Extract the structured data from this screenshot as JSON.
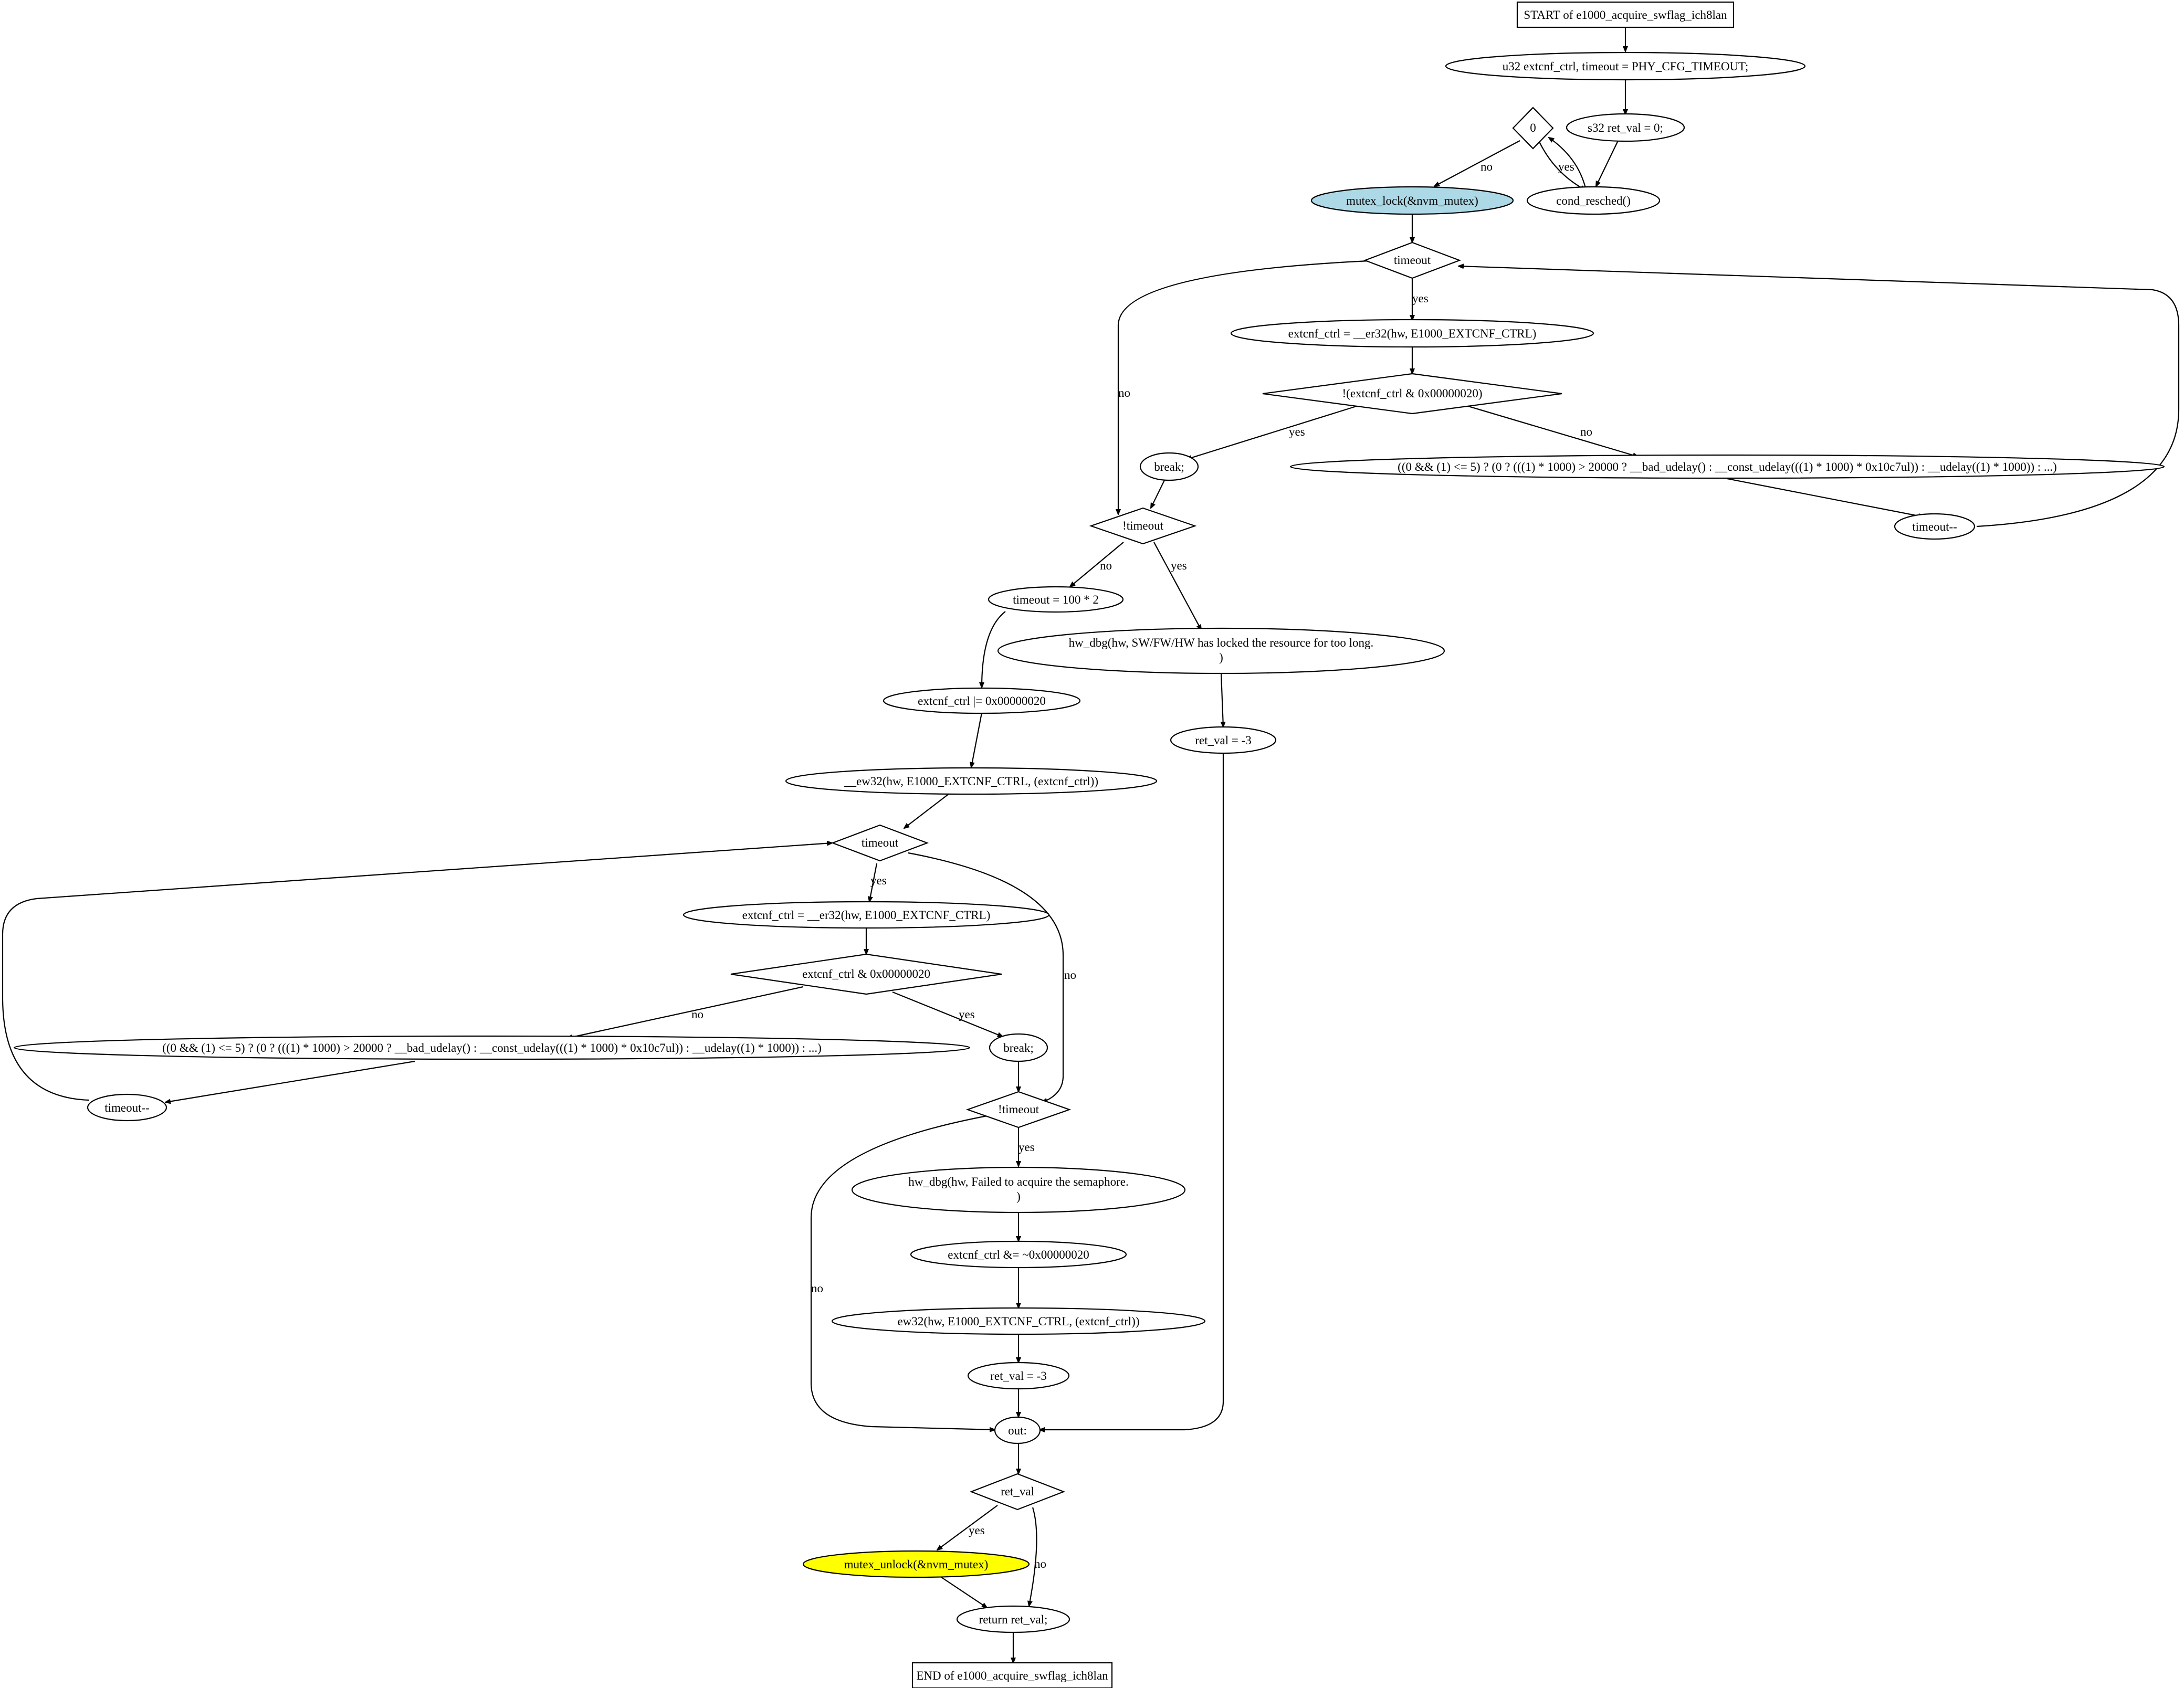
{
  "colors": {
    "mutex_lock_fill": "#add8e6",
    "mutex_unlock_fill": "#ffff00",
    "default_fill": "#ffffff",
    "stroke": "#000000"
  },
  "nodes": {
    "start": "START of e1000_acquire_swflag_ich8lan",
    "decl_extcnf": "u32 extcnf_ctrl, timeout = PHY_CFG_TIMEOUT;",
    "cond_zero": "0",
    "decl_retval": "s32 ret_val = 0;",
    "cond_resched": "cond_resched()",
    "mutex_lock": "mutex_lock(&nvm_mutex)",
    "timeout1": "timeout",
    "read1": "extcnf_ctrl = __er32(hw, E1000_EXTCNF_CTRL)",
    "cond_not_sw": "!(extcnf_ctrl & 0x00000020)",
    "break1": "break;",
    "udelay1": "((0 && (1) <= 5) ? (0 ? (((1) * 1000) > 20000 ? __bad_udelay() : __const_udelay(((1) * 1000) * 0x10c7ul)) : __udelay((1) * 1000)) : ...)",
    "timeout_dec1": "timeout--",
    "not_timeout1": "!timeout",
    "timeout_reset": "timeout = 100 * 2",
    "dbg_locked_l1": "hw_dbg(hw, SW/FW/HW has locked the resource for too long.",
    "dbg_locked_l2": ")",
    "set_sw": "extcnf_ctrl |= 0x00000020",
    "ew32_1": "__ew32(hw, E1000_EXTCNF_CTRL, (extcnf_ctrl))",
    "retval_neg3_a": "ret_val = -3",
    "timeout2": "timeout",
    "read2": "extcnf_ctrl = __er32(hw, E1000_EXTCNF_CTRL)",
    "cond_sw": "extcnf_ctrl & 0x00000020",
    "udelay2": "((0 && (1) <= 5) ? (0 ? (((1) * 1000) > 20000 ? __bad_udelay() : __const_udelay(((1) * 1000) * 0x10c7ul)) : __udelay((1) * 1000)) : ...)",
    "break2": "break;",
    "timeout_dec2": "timeout--",
    "not_timeout2": "!timeout",
    "dbg_fail_l1": "hw_dbg(hw, Failed to acquire the semaphore.",
    "dbg_fail_l2": ")",
    "clear_sw": "extcnf_ctrl &= ~0x00000020",
    "ew32_2": "ew32(hw, E1000_EXTCNF_CTRL, (extcnf_ctrl))",
    "retval_neg3_b": "ret_val = -3",
    "out": "out:",
    "cond_retval": "ret_val",
    "mutex_unlock": "mutex_unlock(&nvm_mutex)",
    "return": "return ret_val;",
    "end": "END of e1000_acquire_swflag_ich8lan"
  },
  "edge_labels": {
    "yes": "yes",
    "no": "no"
  }
}
